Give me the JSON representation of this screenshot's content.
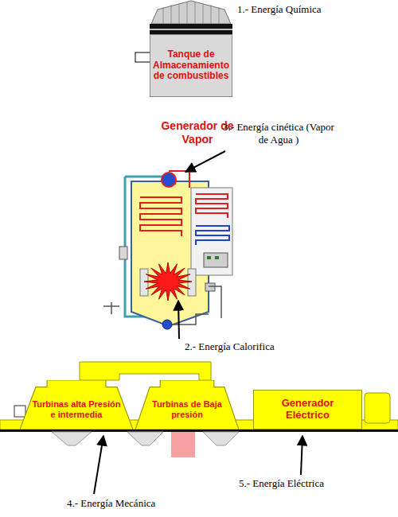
{
  "diagram": {
    "nodes": [
      {
        "text": [
          "Tanque de Almacenamiento de combustibles"
        ]
      },
      {
        "text": [
          "Turbinas alta Presión e intermedia"
        ]
      },
      {
        "text": [
          "Turbinas de Baja presión"
        ]
      },
      {
        "text": [
          "Generador Eléctrico"
        ]
      }
    ],
    "labels": [
      "1.- Energía Química",
      "Generador de Vapor",
      "3.- Energía cinética (Vapor de Agua )",
      "2.- Energía Calorifica",
      "4.- Energía Mecánica",
      "5.- Energía Eléctrica"
    ]
  }
}
